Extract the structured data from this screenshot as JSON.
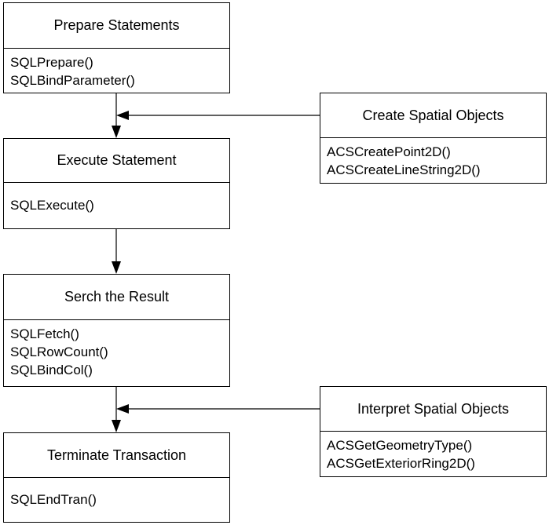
{
  "boxes": {
    "prepare": {
      "title": "Prepare Statements",
      "functions": [
        "SQLPrepare()",
        "SQLBindParameter()"
      ]
    },
    "execute": {
      "title": "Execute Statement",
      "functions": [
        "SQLExecute()"
      ]
    },
    "search": {
      "title": "Serch the Result",
      "functions": [
        "SQLFetch()",
        "SQLRowCount()",
        "SQLBindCol()"
      ]
    },
    "terminate": {
      "title": "Terminate Transaction",
      "functions": [
        "SQLEndTran()"
      ]
    },
    "create_spatial": {
      "title": "Create Spatial Objects",
      "functions": [
        "ACSCreatePoint2D()",
        "ACSCreateLineString2D()"
      ]
    },
    "interpret_spatial": {
      "title": "Interpret Spatial Objects",
      "functions": [
        "ACSGetGeometryType()",
        "ACSGetExteriorRing2D()"
      ]
    }
  },
  "colors": {
    "line": "#000000",
    "box_fill": "#ffffff",
    "text": "#000000"
  }
}
